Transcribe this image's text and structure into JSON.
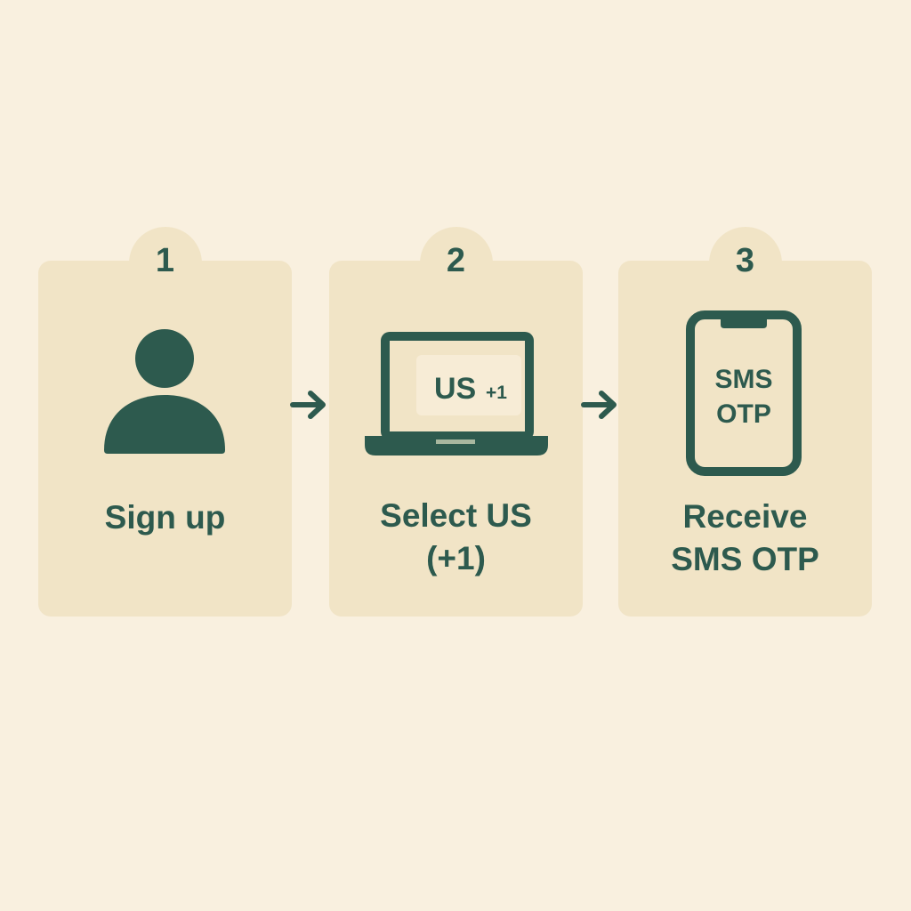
{
  "colors": {
    "background": "#f9f0df",
    "card": "#f1e4c6",
    "accent": "#2d5a4e"
  },
  "steps": [
    {
      "number": "1",
      "icon": "user-icon",
      "label_lines": [
        "Sign up"
      ]
    },
    {
      "number": "2",
      "icon": "laptop-icon",
      "screen_text": "US",
      "screen_code": "+1",
      "label_lines": [
        "Select US",
        "(+1)"
      ]
    },
    {
      "number": "3",
      "icon": "phone-icon",
      "screen_lines": [
        "SMS",
        "OTP"
      ],
      "label_lines": [
        "Receive",
        "SMS OTP"
      ]
    }
  ],
  "connectors": [
    {
      "icon": "arrow-right-icon",
      "from": "1",
      "to": "2"
    },
    {
      "icon": "arrow-right-icon",
      "from": "2",
      "to": "3"
    }
  ]
}
